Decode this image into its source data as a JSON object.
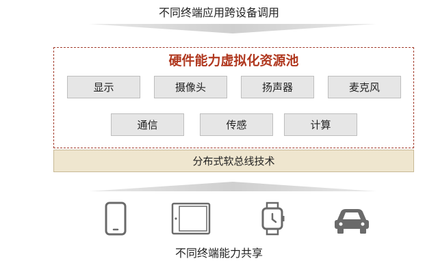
{
  "top_caption": "不同终端应用跨设备调用",
  "pool": {
    "title": "硬件能力虚拟化资源池",
    "row1": [
      "显示",
      "摄像头",
      "扬声器",
      "麦克风"
    ],
    "row2": [
      "通信",
      "传感",
      "计算"
    ]
  },
  "bus_label": "分布式软总线技术",
  "devices": [
    "phone-icon",
    "tablet-icon",
    "watch-icon",
    "car-icon"
  ],
  "bottom_caption": "不同终端能力共享",
  "colors": {
    "pool_border": "#a23a2a",
    "pool_title": "#b0381f",
    "chip_fill": "#e6e6e6",
    "bus_fill": "#efe6cf",
    "icon_stroke": "#6a6a6a"
  }
}
